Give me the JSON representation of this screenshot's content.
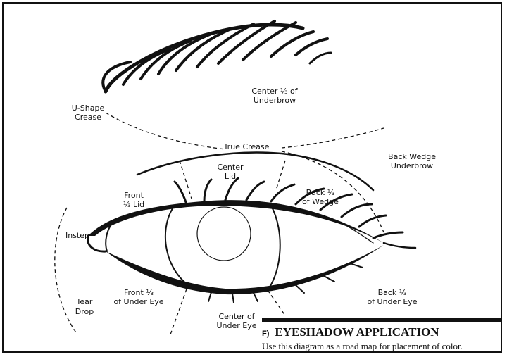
{
  "labels": {
    "u_shape_crease": [
      "U-Shape",
      "Crease"
    ],
    "center_underbrow": [
      "Center ⅓ of",
      "Underbrow"
    ],
    "true_crease": [
      "True Crease"
    ],
    "back_wedge_underbrow": [
      "Back Wedge",
      "Underbrow"
    ],
    "center_lid": [
      "Center",
      "Lid"
    ],
    "front_lid": [
      "Front",
      "⅓ Lid"
    ],
    "back_wedge": [
      "Back ⅓",
      "of Wedge"
    ],
    "instep": [
      "Instep"
    ],
    "tear_drop": [
      "Tear",
      "Drop"
    ],
    "front_under_eye": [
      "Front ⅓",
      "of Under Eye"
    ],
    "center_under_eye": [
      "Center of",
      "Under Eye"
    ],
    "back_under_eye": [
      "Back ⅓",
      "of Under Eye"
    ]
  },
  "caption": {
    "letter": "F)",
    "title": "EYESHADOW APPLICATION",
    "subtitle": "Use this diagram as a road map for placement of color."
  }
}
